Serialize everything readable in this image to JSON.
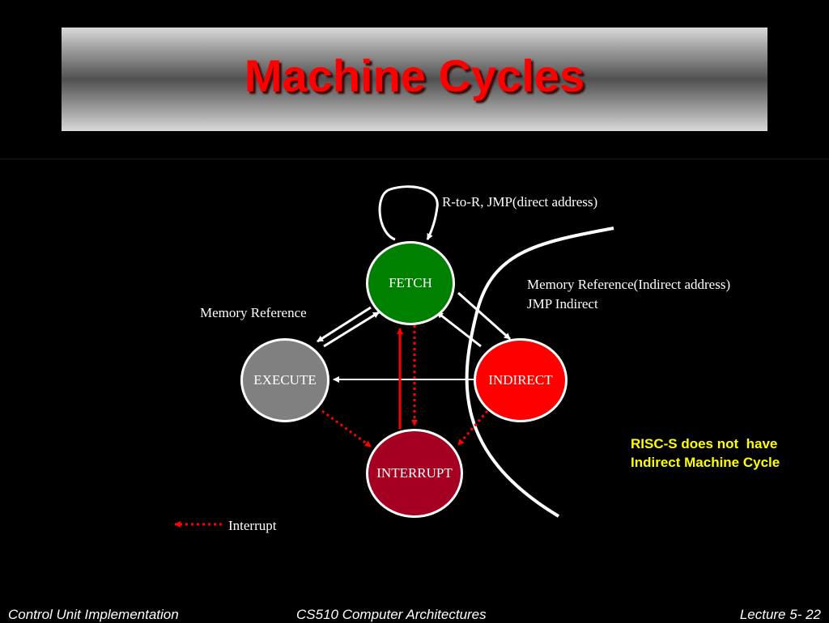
{
  "title": "Machine Cycles",
  "nodes": {
    "fetch": "FETCH",
    "execute": "EXECUTE",
    "indirect": "INDIRECT",
    "interrupt": "INTERRUPT"
  },
  "labels": {
    "self_loop": "R-to-R, JMP(direct address)",
    "memory_reference": "Memory Reference",
    "indirect_line1": "Memory Reference(Indirect address)",
    "indirect_line2": "JMP Indirect",
    "legend_interrupt": "Interrupt"
  },
  "note": {
    "line1": "RISC-S does not  have",
    "line2": "Indirect Machine Cycle"
  },
  "footer": {
    "left": "Control Unit Implementation",
    "center": "CS510 Computer Architectures",
    "right": "Lecture 5- 22"
  },
  "colors": {
    "title": "#ff0000",
    "fetch": "#008000",
    "execute": "#808080",
    "indirect": "#ff0000",
    "interrupt": "#a50021",
    "interrupt_arrow": "#ff0000",
    "note": "#ffff00"
  }
}
